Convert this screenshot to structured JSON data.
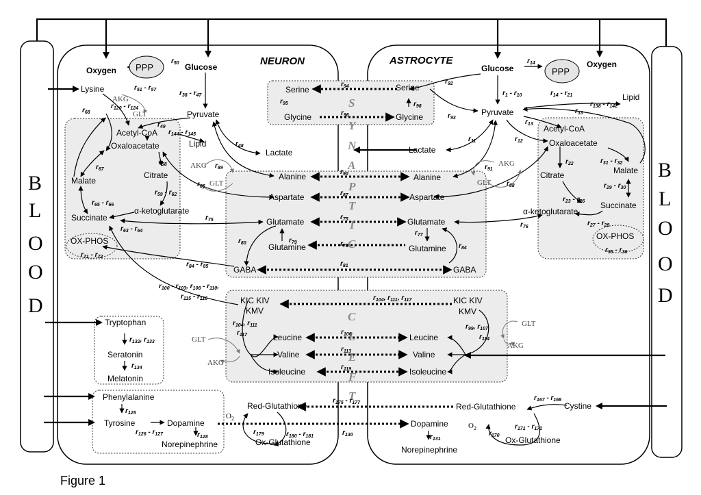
{
  "caption": "Figure 1",
  "headers": {
    "neuron": "NEURON",
    "astrocyte": "ASTROCYTE"
  },
  "blood": [
    "B",
    "L",
    "O",
    "O",
    "D"
  ],
  "cleft": [
    "S",
    "Y",
    "N",
    "A",
    "P",
    "T",
    "I",
    "C",
    "C",
    "L",
    "E",
    "F",
    "T"
  ],
  "neuron": {
    "oxygen": "Oxygen",
    "ppp": "PPP",
    "glucose": "Glucose",
    "lysine": "Lysine",
    "pyruvate": "Pyruvate",
    "acetyl_coa": "Acetyl-CoA",
    "lipid": "Lipid",
    "oxaloacetate": "Oxaloacetate",
    "lactate": "Lactate",
    "malate": "Malate",
    "citrate": "Citrate",
    "succinate": "Succinate",
    "akg": "α-ketoglutarate",
    "oxphos": "OX-PHOS",
    "alanine": "Alanine",
    "aspartate": "Aspartate",
    "glutamate": "Glutamate",
    "glutamine": "Glutamine",
    "gaba": "GABA",
    "serine": "Serine",
    "glycine": "Glycine",
    "kic_kiv": "KIC KIV",
    "kmv": "KMV",
    "leucine": "Leucine",
    "valine": "Valine",
    "isoleucine": "Isoleucine",
    "tryptophan": "Tryptophan",
    "seratonin": "Seratonin",
    "melatonin": "Melatonin",
    "phenylalanine": "Phenylalanine",
    "tyrosine": "Tyrosine",
    "dopamine": "Dopamine",
    "norepinephrine": "Norepinephrine",
    "red_glutathione": "Red-Glutathione",
    "ox_glutathione": "Ox-Glutathione"
  },
  "astrocyte": {
    "glucose": "Glucose",
    "ppp": "PPP",
    "oxygen": "Oxygen",
    "serine": "Serine",
    "glycine": "Glycine",
    "pyruvate": "Pyruvate",
    "lipid": "Lipid",
    "acetyl_coa": "Acetyl-CoA",
    "lactate": "Lactate",
    "oxaloacetate": "Oxaloacetate",
    "malate": "Malate",
    "citrate": "Citrate",
    "succinate": "Succinate",
    "akg": "α-ketoglutarate",
    "oxphos": "OX-PHOS",
    "alanine": "Alanine",
    "aspartate": "Aspartate",
    "glutamate": "Glutamate",
    "glutamine": "Glutamine",
    "gaba": "GABA",
    "kic_kiv": "KIC KIV",
    "kmv": "KMV",
    "leucine": "Leucine",
    "valine": "Valine",
    "isoleucine": "Isoleucine",
    "red_glutathione": "Red-Glutathione",
    "cystine": "Cystine",
    "ox_glutathione": "Ox-Glutathione",
    "dopamine": "Dopamine",
    "norepinephrine": "Norepinephrine"
  },
  "cofactors": {
    "akg": "AKG",
    "glt": "GLT",
    "o2": "O"
  },
  "reactions": {
    "r50": [
      "r",
      "50"
    ],
    "r51_57": [
      "r",
      "51",
      "-",
      "r",
      "57"
    ],
    "r38_47": [
      "r",
      "38",
      "-",
      "r",
      "47"
    ],
    "r120_124": [
      "r",
      "120",
      "-",
      "r",
      "124"
    ],
    "r68": [
      "r",
      "68"
    ],
    "r49": [
      "r",
      "49"
    ],
    "r144_145": [
      "r",
      "144",
      "-",
      "r",
      "145"
    ],
    "r48": [
      "r",
      "48"
    ],
    "r67": [
      "r",
      "67"
    ],
    "r58": [
      "r",
      "58"
    ],
    "r89": [
      "r",
      "89"
    ],
    "r86": [
      "r",
      "86"
    ],
    "r59_62": [
      "r",
      "59",
      "-",
      "r",
      "62"
    ],
    "r65_66": [
      "r",
      "65",
      "-",
      "r",
      "66"
    ],
    "r63_64": [
      "r",
      "63",
      "-",
      "r",
      "64"
    ],
    "r75a": [
      "r",
      "75"
    ],
    "r71_72": [
      "r",
      "71",
      "-",
      "r",
      "72"
    ],
    "r80": [
      "r",
      "80"
    ],
    "r79": [
      "r",
      "79"
    ],
    "r84_85": [
      "r",
      "84",
      "-",
      "r",
      "85"
    ],
    "r94": [
      "r",
      "94"
    ],
    "r95": [
      "r",
      "95"
    ],
    "r96": [
      "r",
      "96"
    ],
    "r98": [
      "r",
      "98"
    ],
    "r92": [
      "r",
      "92"
    ],
    "r93": [
      "r",
      "93"
    ],
    "r90": [
      "r",
      "90"
    ],
    "r87": [
      "r",
      "87"
    ],
    "r75b": [
      "r",
      "75"
    ],
    "r78": [
      "r",
      "78"
    ],
    "r81": [
      "r",
      "81"
    ],
    "r1_10": [
      "r",
      "1",
      "-",
      "r",
      "10"
    ],
    "r14": [
      "r",
      "14"
    ],
    "r14_21": [
      "r",
      "14",
      "-",
      "r",
      "21"
    ],
    "r138_142": [
      "r",
      "138",
      "-",
      "r",
      "142"
    ],
    "r33": [
      "r",
      "33"
    ],
    "r13": [
      "r",
      "13"
    ],
    "r11": [
      "r",
      "11"
    ],
    "r12": [
      "r",
      "12"
    ],
    "r91": [
      "r",
      "91"
    ],
    "r88": [
      "r",
      "88"
    ],
    "r22": [
      "r",
      "22"
    ],
    "r31_32": [
      "r",
      "31",
      "-",
      "r",
      "32"
    ],
    "r29_30": [
      "r",
      "29",
      "-",
      "r",
      "30"
    ],
    "r23_26": [
      "r",
      "23",
      "-",
      "r",
      "26"
    ],
    "r27_28": [
      "r",
      "27",
      "-",
      "r",
      "28"
    ],
    "r76": [
      "r",
      "76"
    ],
    "r77": [
      "r",
      "77"
    ],
    "r84": [
      "r",
      "84"
    ],
    "r35_36": [
      "r",
      "35",
      "-",
      "r",
      "36"
    ],
    "r100_116": [
      "r",
      "100",
      "-",
      "r",
      "103",
      ", ",
      "r",
      "108",
      "-",
      "r",
      "110",
      ","
    ],
    "r115_116": [
      "r",
      "115",
      "-",
      "r",
      "116"
    ],
    "r104_117": [
      "r",
      "104",
      ", ",
      "r",
      "111",
      ", ",
      "r",
      "117"
    ],
    "r104_111a": [
      "r",
      "104",
      ", ",
      "r",
      "111"
    ],
    "r117a": [
      "r",
      "117"
    ],
    "r99_107": [
      "r",
      "99",
      ", ",
      "r",
      "107"
    ],
    "r114": [
      "r",
      "114"
    ],
    "r106": [
      "r",
      "106"
    ],
    "r113": [
      "r",
      "113"
    ],
    "r119": [
      "r",
      "119"
    ],
    "r132_133": [
      "r",
      "132",
      ", ",
      "r",
      "133"
    ],
    "r134": [
      "r",
      "134"
    ],
    "r175_177": [
      "r",
      "175",
      "-",
      "r",
      "177"
    ],
    "r125": [
      "r",
      "125"
    ],
    "r126_127": [
      "r",
      "126",
      "-",
      "r",
      "127"
    ],
    "r128": [
      "r",
      "128"
    ],
    "r179": [
      "r",
      "179"
    ],
    "r180_181": [
      "r",
      "180",
      "-",
      "r",
      "181"
    ],
    "r130": [
      "r",
      "130"
    ],
    "r167_168": [
      "r",
      "167",
      "-",
      "r",
      "168"
    ],
    "r171_172": [
      "r",
      "171",
      "-",
      "r",
      "172"
    ],
    "r170": [
      "r",
      "170"
    ],
    "r131": [
      "r",
      "131"
    ]
  }
}
